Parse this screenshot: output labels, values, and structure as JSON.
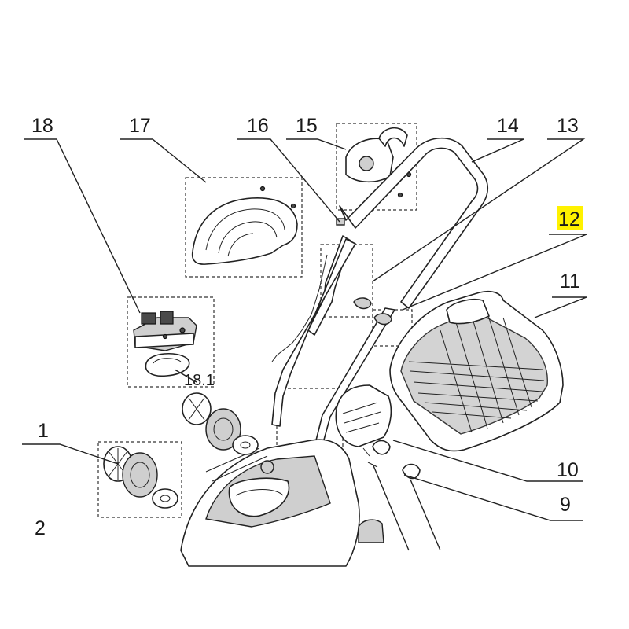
{
  "labels": {
    "l1": "1",
    "l2": "2",
    "l9": "9",
    "l10": "10",
    "l11": "11",
    "l12": "12",
    "l13": "13",
    "l14": "14",
    "l15": "15",
    "l16": "16",
    "l17": "17",
    "l18": "18",
    "l18_1": "18.1"
  },
  "colors": {
    "highlight": "#fff200",
    "line": "#222222"
  }
}
